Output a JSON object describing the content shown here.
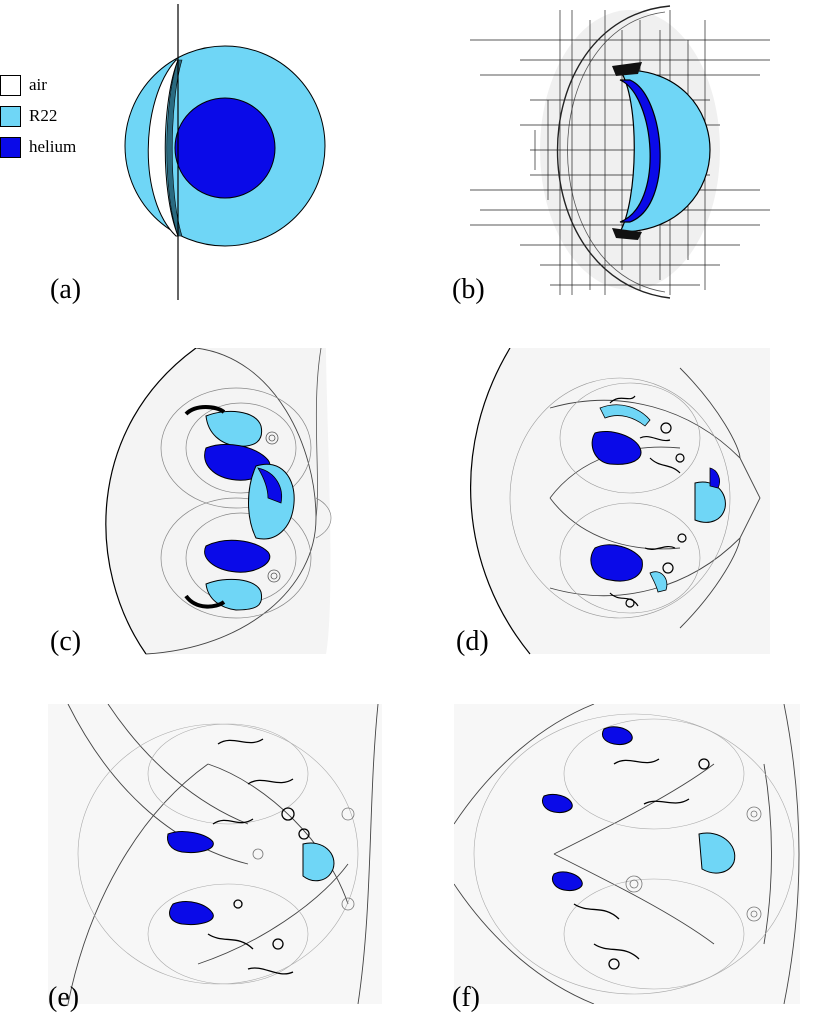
{
  "legend": {
    "items": [
      {
        "label": "air",
        "color": "#ffffff"
      },
      {
        "label": "R22",
        "color": "#6fd6f6"
      },
      {
        "label": "helium",
        "color": "#0a0ae8"
      }
    ]
  },
  "colors": {
    "air": "#ffffff",
    "r22": "#6fd6f6",
    "helium": "#0a0ae8",
    "shock": "#000000",
    "schlieren": "#8a8a8a"
  },
  "panels": [
    {
      "label": "(a)"
    },
    {
      "label": "(b)"
    },
    {
      "label": "(c)"
    },
    {
      "label": "(d)"
    },
    {
      "label": "(e)"
    },
    {
      "label": "(f)"
    }
  ]
}
